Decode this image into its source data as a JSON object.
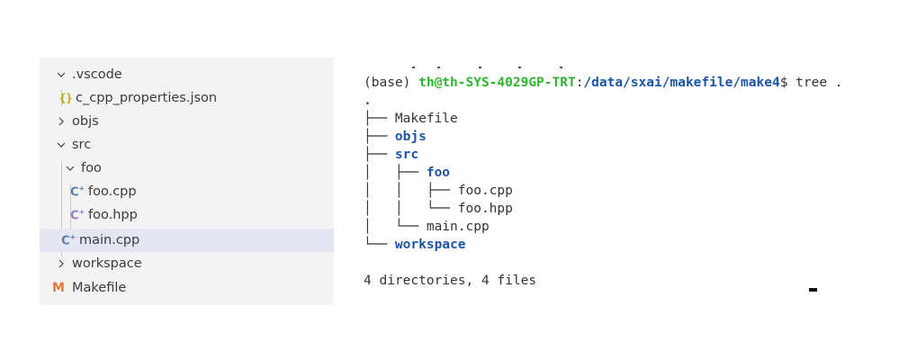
{
  "explorer": {
    "items": [
      {
        "label": ".vscode",
        "kind": "folder",
        "expanded": true,
        "depth": 0
      },
      {
        "label": "c_cpp_properties.json",
        "kind": "json",
        "icon": "json-braces-icon",
        "depth": 1
      },
      {
        "label": "objs",
        "kind": "folder",
        "expanded": false,
        "depth": 0
      },
      {
        "label": "src",
        "kind": "folder",
        "expanded": true,
        "depth": 0
      },
      {
        "label": "foo",
        "kind": "folder",
        "expanded": true,
        "depth": 1
      },
      {
        "label": "foo.cpp",
        "kind": "cpp",
        "icon": "cpp-file-icon",
        "depth": 2
      },
      {
        "label": "foo.hpp",
        "kind": "hpp",
        "icon": "hpp-file-icon",
        "depth": 2
      },
      {
        "label": "main.cpp",
        "kind": "cpp",
        "icon": "cpp-file-icon",
        "depth": 1,
        "selected": true
      },
      {
        "label": "workspace",
        "kind": "folder",
        "expanded": false,
        "depth": 0
      },
      {
        "label": "Makefile",
        "kind": "makefile",
        "icon": "makefile-icon",
        "depth": 0
      }
    ],
    "icon_glyphs": {
      "json": "{}",
      "cpp": "C",
      "plus": "+",
      "makefile": "M"
    },
    "colors": {
      "background": "#f3f3f3",
      "selected": "#e4e6f1",
      "json": "#c5a100",
      "cpp": "#5a7fa8",
      "hpp": "#9a77c7",
      "makefile": "#e37933"
    }
  },
  "terminal": {
    "prompt": {
      "env": "(base) ",
      "user_host": "th@th-SYS-4029GP-TRT",
      "colon": ":",
      "path": "/data/sxai/makefile/make4",
      "suffix": "$ tree ."
    },
    "root": ".",
    "lines": [
      {
        "prefix": "├── ",
        "name": "Makefile",
        "is_dir": false
      },
      {
        "prefix": "├── ",
        "name": "objs",
        "is_dir": true
      },
      {
        "prefix": "├── ",
        "name": "src",
        "is_dir": true
      },
      {
        "prefix": "│   ├── ",
        "name": "foo",
        "is_dir": true
      },
      {
        "prefix": "│   │   ├── ",
        "name": "foo.cpp",
        "is_dir": false
      },
      {
        "prefix": "│   │   └── ",
        "name": "foo.hpp",
        "is_dir": false
      },
      {
        "prefix": "│   └── ",
        "name": "main.cpp",
        "is_dir": false
      },
      {
        "prefix": "└── ",
        "name": "workspace",
        "is_dir": true
      }
    ],
    "summary": "4 directories, 4 files",
    "colors": {
      "user_host": "#2fb52f",
      "path": "#1c54a8",
      "dir": "#1c54a8"
    }
  }
}
